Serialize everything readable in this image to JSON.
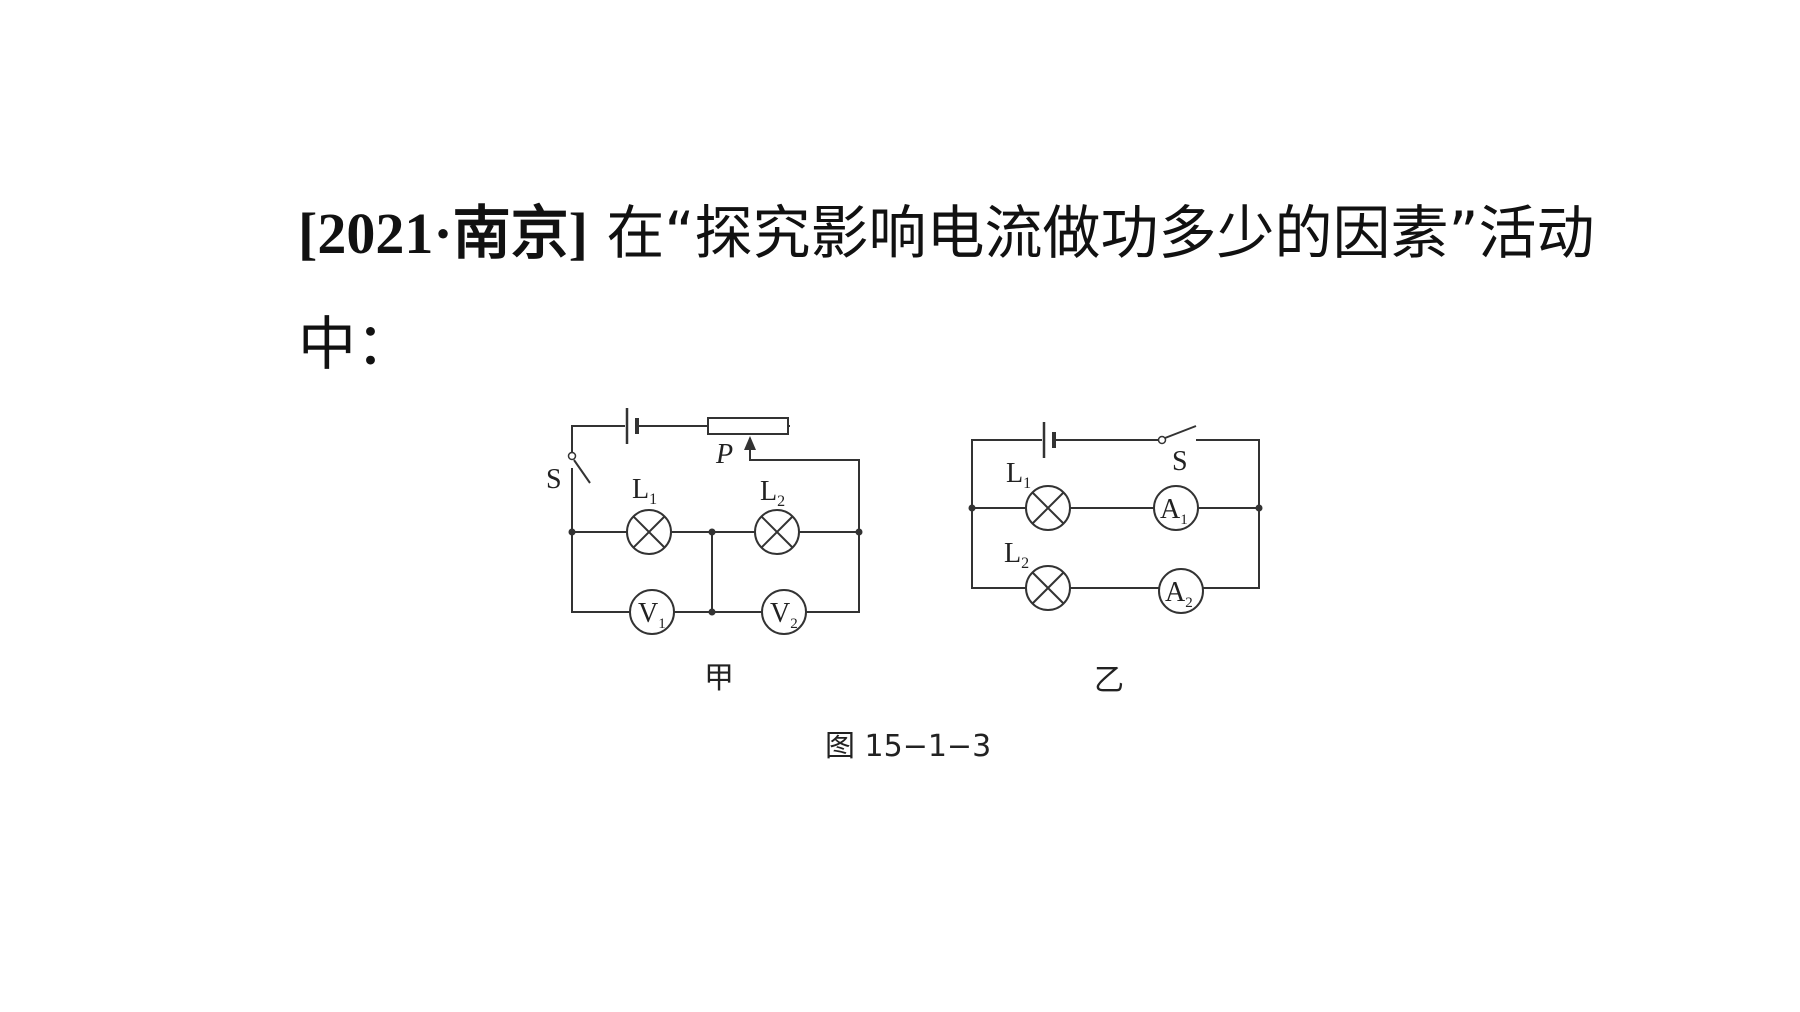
{
  "question": {
    "source": "[2021·南京]",
    "text": " 在“探究影响电流做功多少的因素”活动中："
  },
  "figure": {
    "circuit_a": {
      "switch": "S",
      "slider": "P",
      "lamp1": {
        "letter": "L",
        "sub": "1"
      },
      "lamp2": {
        "letter": "L",
        "sub": "2"
      },
      "meter1": {
        "letter": "V",
        "sub": "1"
      },
      "meter2": {
        "letter": "V",
        "sub": "2"
      },
      "label": "甲"
    },
    "circuit_b": {
      "switch": "S",
      "lamp1": {
        "letter": "L",
        "sub": "1"
      },
      "lamp2": {
        "letter": "L",
        "sub": "2"
      },
      "meter1": {
        "letter": "A",
        "sub": "1"
      },
      "meter2": {
        "letter": "A",
        "sub": "2"
      },
      "label": "乙"
    },
    "caption": "图 15−1−3"
  }
}
